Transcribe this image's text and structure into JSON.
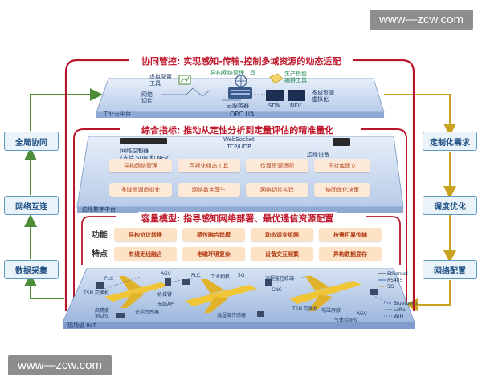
{
  "watermark": {
    "top": "www—zcw.com",
    "bottom": "www—zcw.com"
  },
  "left_chain": [
    "全局协同",
    "网络互连",
    "数据采集"
  ],
  "right_chain": [
    "定制化需求",
    "调度优化",
    "网络配置"
  ],
  "top_layer": {
    "title": "协同管控: 实现感知-传输-控制多域资源的动态适配",
    "platform_label": "工业云平台",
    "opc": "OPC UA",
    "items": {
      "virtual_config": "虚拟配置\n工具",
      "hetero_tool": "异构网络管理工具",
      "production_model": "生产模型\n编排工具",
      "network_slice": "网络\n切片",
      "cloud_server": "云服务器",
      "sdn": "SDN",
      "nfv": "NFV",
      "multi_domain": "多域资源\n虚拟化"
    }
  },
  "middle_layer": {
    "title": "综合指标: 推动从定性分析到定量评估的精准量化",
    "platform_label": "边缘数字中台",
    "controller": "网络控制器\n(支持 SDN 和 NFV)",
    "protocol": "WebSocket\nTCP/UDP",
    "edge_device": "边缘设备",
    "cells": [
      "异构网络管理",
      "可视化组态工具",
      "传算资源适配",
      "干扰库建立",
      "多域资源虚拟化",
      "网络数字孪生",
      "网络切片构建",
      "协同优化决策"
    ]
  },
  "bottom_layer": {
    "title": "容量模型: 指导感知网络部署、最优通信资源配置",
    "platform_label": "现场级 IIoT",
    "row_labels": [
      "功能",
      "特点"
    ],
    "function_cells": [
      "异构协议转换",
      "感传融合建模",
      "动态适变组网",
      "按需可靠传输"
    ],
    "feature_cells": [
      "有线无线融合",
      "电磁环境复杂",
      "设备交互频繁",
      "异构数据混存"
    ],
    "field_labels": [
      "PLC",
      "AGV",
      "TSN 交换机",
      "机械臂",
      "高精度\n测试仪",
      "光学传感器",
      "无线AP",
      "PLC",
      "工业相机",
      "温湿度传感器",
      "5G",
      "远程监控终端",
      "CNC",
      "TSN 交换机",
      "电磁屏蔽",
      "AGV",
      "气体检测仪",
      "Ethernet",
      "RS485",
      "5G",
      "Bluetooth",
      "LoRa",
      "WiFi"
    ]
  },
  "colors": {
    "frame_red": "#b8152a",
    "arrow_green": "#4d8c39",
    "arrow_gold": "#c9a21e",
    "box_blue": "#5c9bc4",
    "cell_fill": "#fde9d8"
  }
}
